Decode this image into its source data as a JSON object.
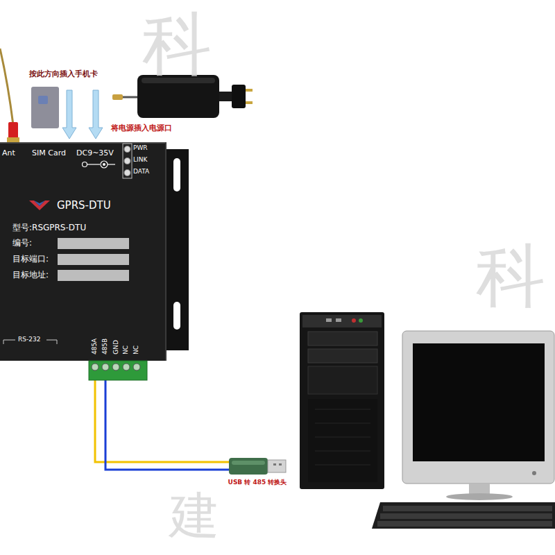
{
  "diagram": {
    "nodes": [
      {
        "text": [
          "Ant",
          "SIM Card",
          "DC9~35V",
          "PWR",
          "LINK",
          "DATA",
          "GPRS-DTU",
          "型号:RSGPRS-DTU",
          "编号:",
          "目标端口:",
          "目标地址:",
          "RS-232",
          "485A",
          "485B",
          "GND",
          "NC",
          "NC"
        ]
      },
      {
        "text": [
          "USB 转 485 转换头"
        ]
      }
    ],
    "edges": [
      {
        "from": 0,
        "to": 1,
        "arrow": "none"
      },
      {
        "from": 0,
        "to": 1,
        "arrow": "none"
      }
    ],
    "labels": [
      "按此方向插入手机卡",
      "将电源插入电源口",
      "科",
      "科",
      "建"
    ]
  }
}
